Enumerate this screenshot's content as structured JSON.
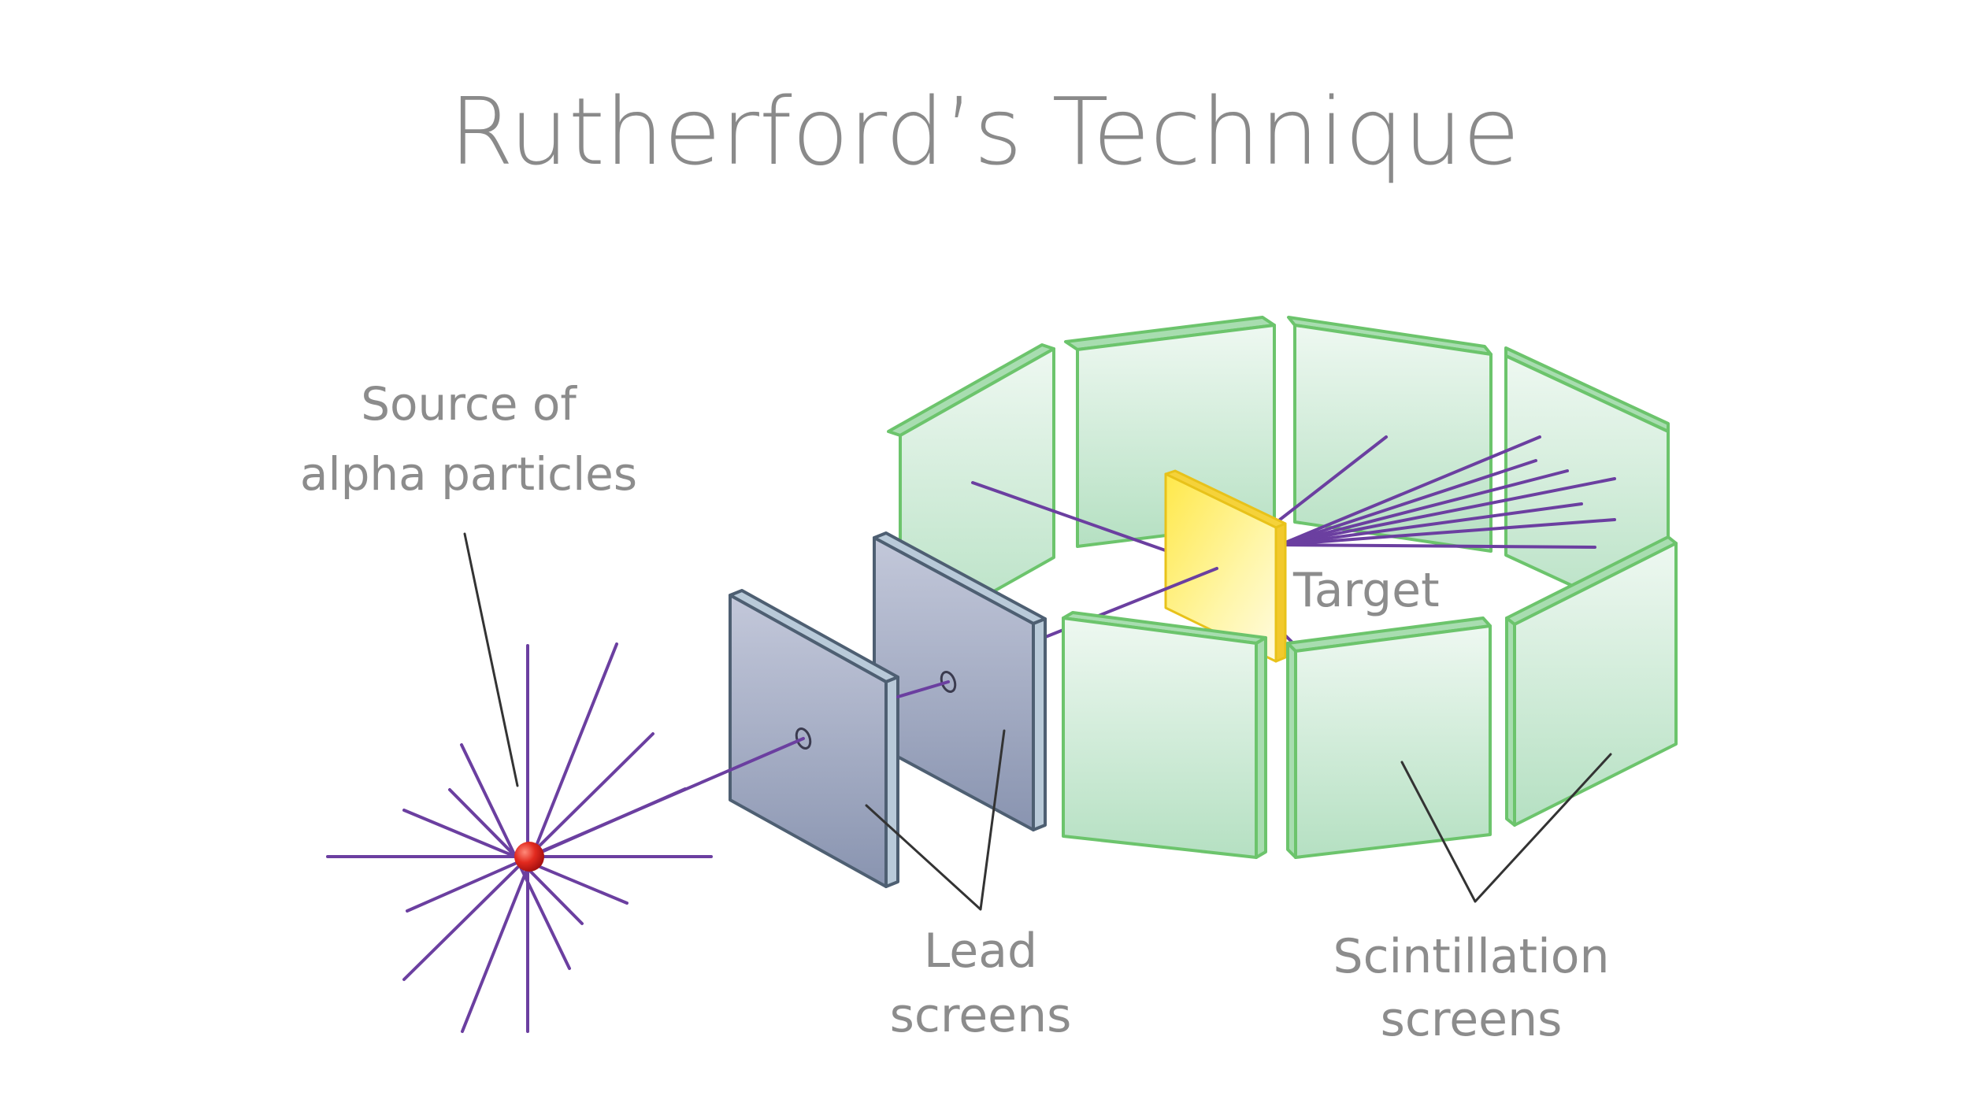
{
  "title": "Rutherford’s Technique",
  "labels": {
    "source_line1": "Source of",
    "source_line2": "alpha particles",
    "target": "Target",
    "lead_line1": "Lead",
    "lead_line2": "screens",
    "scint_line1": "Scintillation",
    "scint_line2": "screens"
  },
  "colors": {
    "title_text": "#8a8a8a",
    "label_text": "#8c8c8c",
    "alpha_ray": "#6b3fa0",
    "source_particle": "#d42020",
    "lead_screen": "#9aa5c0",
    "scintillation_screen": "#c5e8cf",
    "target_foil": "#ffe74a"
  }
}
